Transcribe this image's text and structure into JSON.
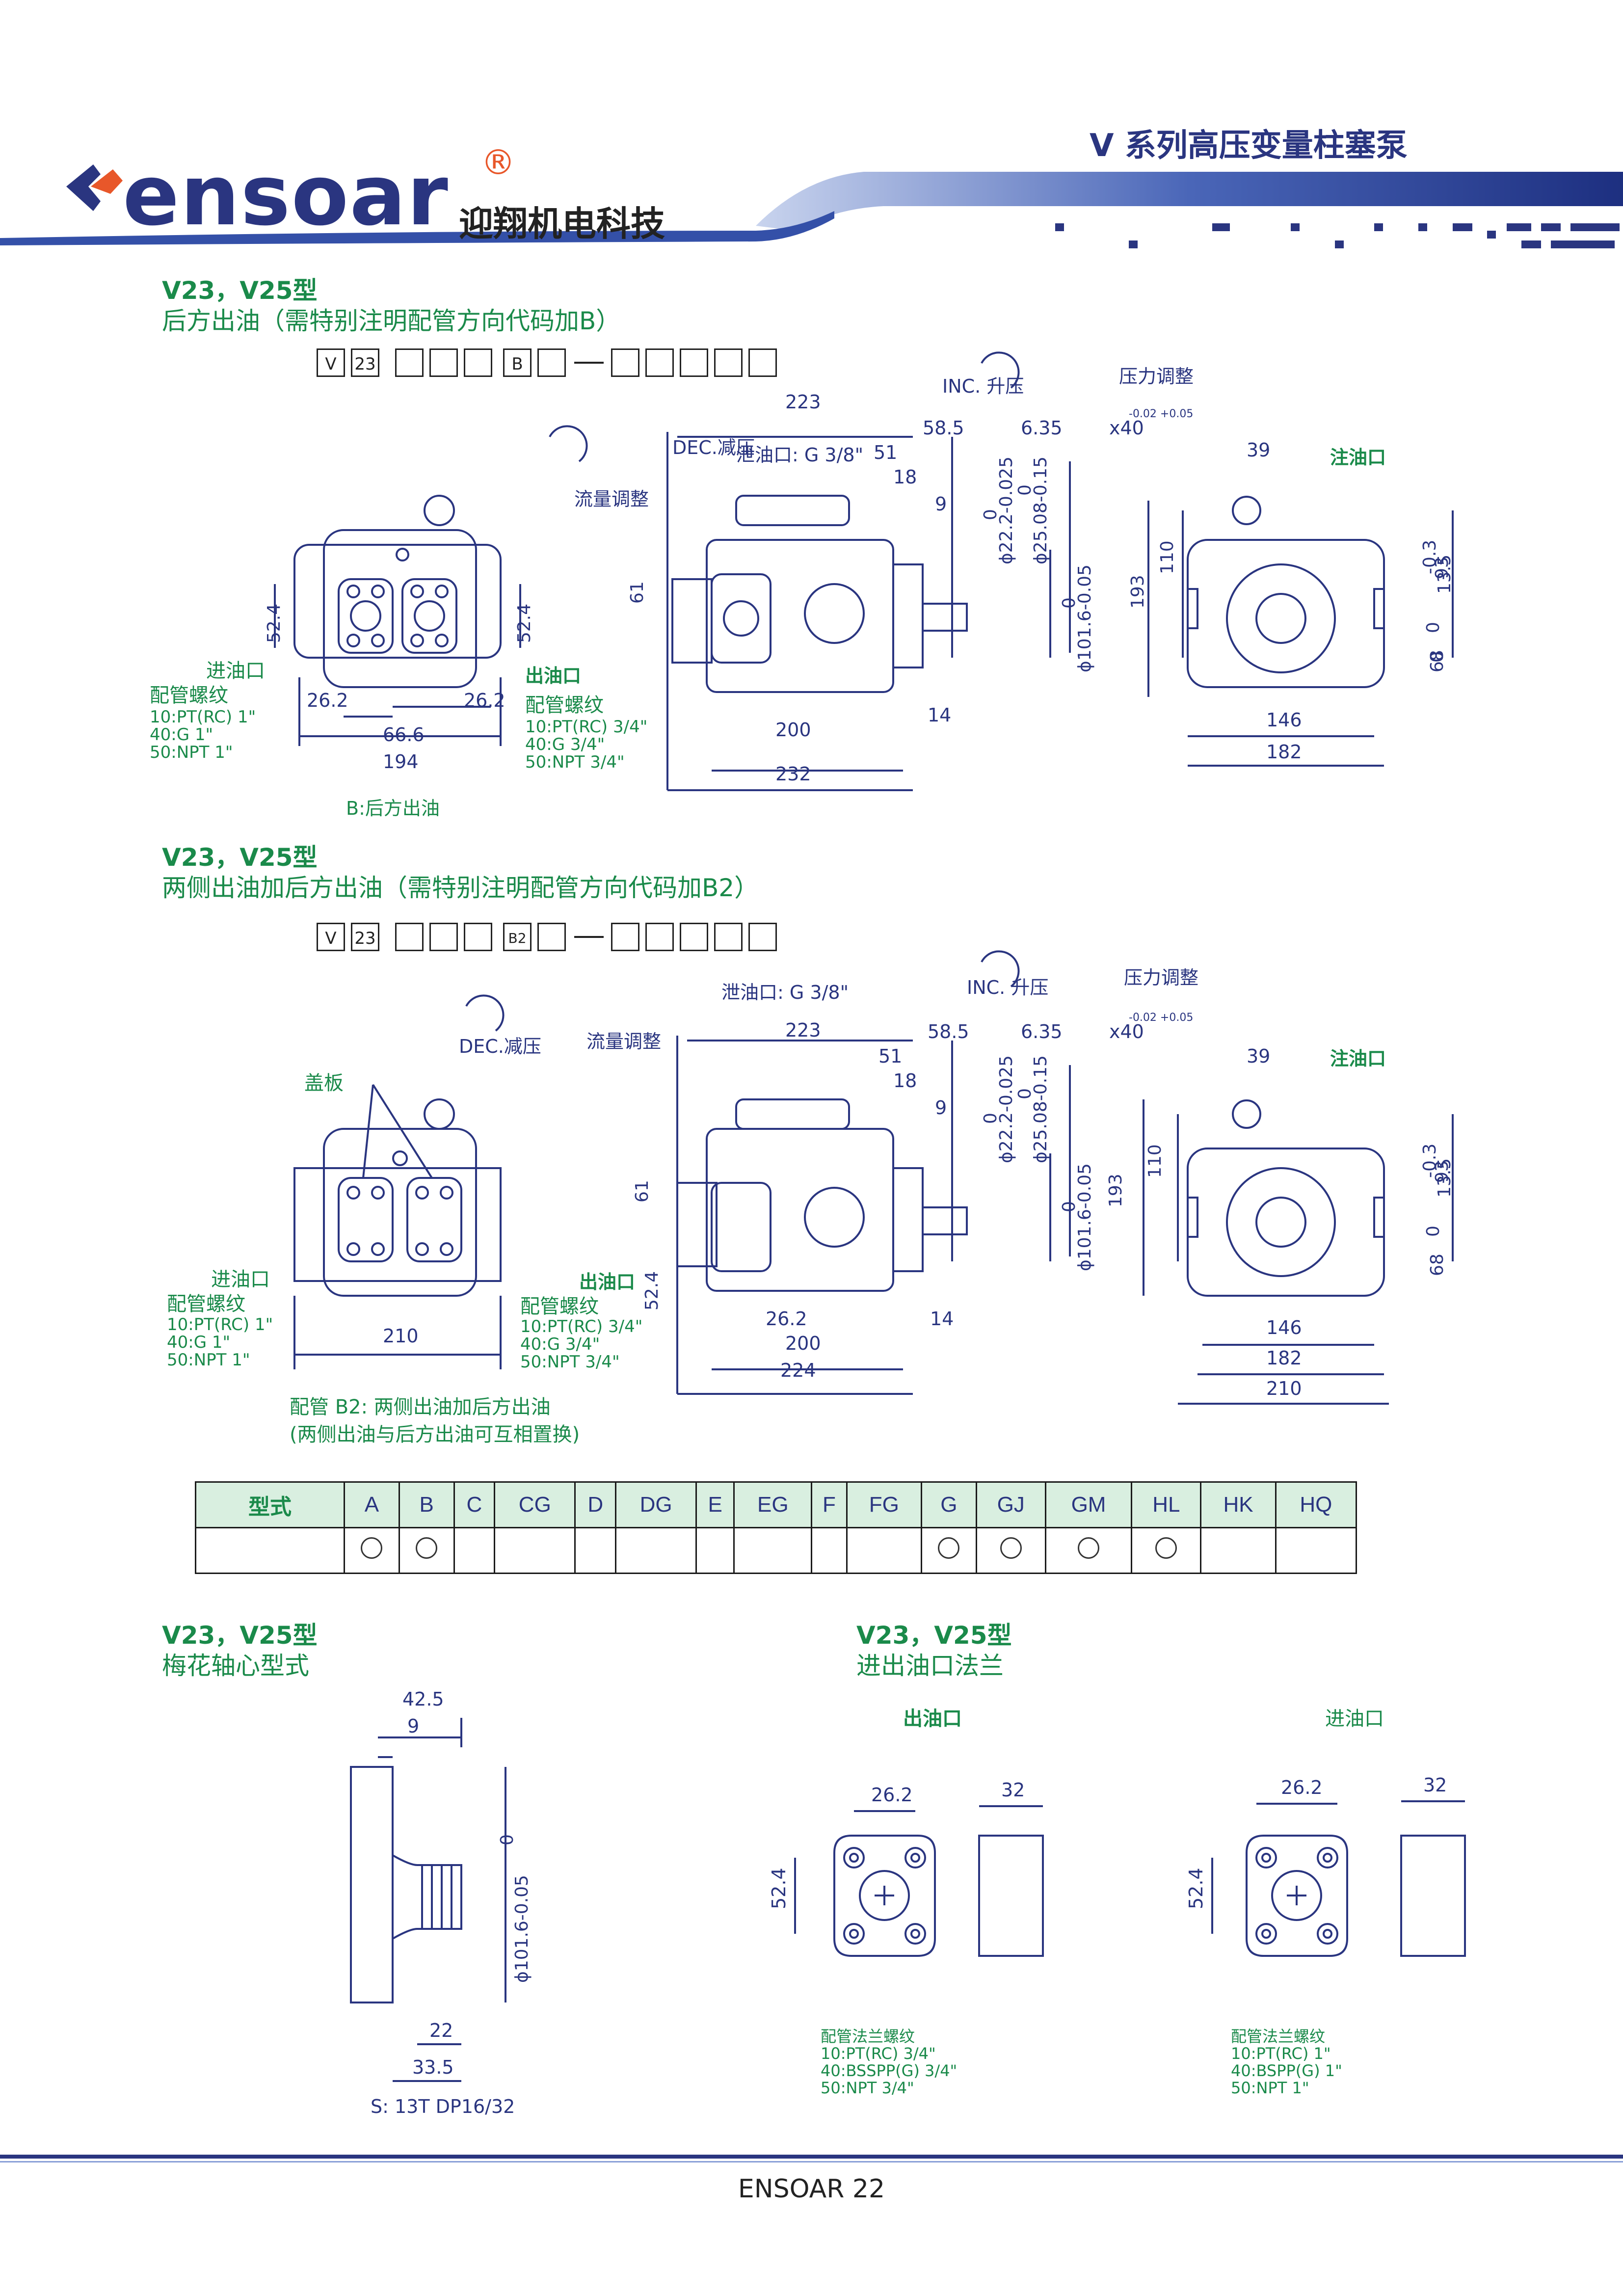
{
  "header": {
    "brand": "ensoar",
    "registered_mark": "®",
    "company_cn": "迎翔机电科技",
    "series_title": "V 系列高压变量柱塞泵"
  },
  "section1": {
    "title": "V23，V25型",
    "subtitle": "后方出油（需特别注明配管方向代码加B）",
    "code_boxes": [
      "V",
      "23",
      "",
      "",
      "",
      "B",
      "",
      "",
      "",
      "",
      "",
      ""
    ],
    "labels": {
      "dec": "DEC.减压",
      "inc": "INC. 升压",
      "flow_adjust": "流量调整",
      "drain": "泄油口: G 3/8\"",
      "pressure_adjust": "压力调整",
      "fill_port": "注油口",
      "inlet": "进油口",
      "outlet": "出油口",
      "pipe_thread": "配管螺纹",
      "pipe_thread2": "配管螺纹",
      "inlet_threads": [
        "10:PT(RC) 1\"",
        "40:G 1\"",
        "50:NPT 1\""
      ],
      "outlet_threads": [
        "10:PT(RC) 3/4\"",
        "40:G 3/4\"",
        "50:NPT 3/4\""
      ],
      "caption": "B:后方出油"
    },
    "dims": {
      "d52_4a": "52.4",
      "d52_4b": "52.4",
      "d26_2a": "26.2",
      "d26_2b": "26.2",
      "d66_6": "66.6",
      "d194": "194",
      "d223": "223",
      "d58_5": "58.5",
      "d51": "51",
      "d18": "18",
      "d9": "9",
      "d61": "61",
      "d200": "200",
      "d232": "232",
      "d14": "14",
      "key": "6.35",
      "key_tol": "-0.02 +0.05",
      "key_len": "x40",
      "phi22": "ϕ22.2-0.025",
      "phi25": "ϕ25.08-0.15",
      "phi101": "ϕ101.6-0.05",
      "zero": "0",
      "d39": "39",
      "d193": "193",
      "d110": "110",
      "d93": "93",
      "d13_5": "13.5",
      "d03": "-0.3",
      "d68": "68",
      "d146": "146",
      "d182": "182"
    }
  },
  "section2": {
    "title": "V23，V25型",
    "subtitle": "两侧出油加后方出油（需特别注明配管方向代码加B2）",
    "code_boxes": [
      "V",
      "23",
      "",
      "",
      "",
      "B2",
      "",
      "",
      "",
      "",
      "",
      ""
    ],
    "labels": {
      "dec": "DEC.减压",
      "inc": "INC. 升压",
      "flow_adjust": "流量调整",
      "drain": "泄油口: G 3/8\"",
      "pressure_adjust": "压力调整",
      "fill_port": "注油口",
      "cover": "盖板",
      "inlet": "进油口",
      "outlet": "出油口",
      "pipe_thread": "配管螺纹",
      "pipe_thread2": "配管螺纹",
      "inlet_threads": [
        "10:PT(RC) 1\"",
        "40:G 1\"",
        "50:NPT 1\""
      ],
      "outlet_threads": [
        "10:PT(RC) 3/4\"",
        "40:G 3/4\"",
        "50:NPT 3/4\""
      ],
      "caption1": "配管 B2: 两侧出油加后方出油",
      "caption2": "(两侧出油与后方出油可互相置换)"
    },
    "dims": {
      "d210a": "210",
      "d223": "223",
      "d58_5": "58.5",
      "d51": "51",
      "d18": "18",
      "d9": "9",
      "d61": "61",
      "d52_4": "52.4",
      "d26_2": "26.2",
      "d200": "200",
      "d224": "224",
      "d14": "14",
      "key": "6.35",
      "key_tol": "-0.02 +0.05",
      "key_len": "x40",
      "phi22": "ϕ22.2-0.025",
      "phi25": "ϕ25.08-0.15",
      "phi101": "ϕ101.6-0.05",
      "zero": "0",
      "d39": "39",
      "d193": "193",
      "d110": "110",
      "d93": "93",
      "d13_5": "13.5",
      "d03": "-0.3",
      "d68": "68",
      "d146": "146",
      "d182": "182",
      "d210b": "210"
    }
  },
  "model_table": {
    "type_label": "型式",
    "columns": [
      "A",
      "B",
      "C",
      "CG",
      "D",
      "DG",
      "E",
      "EG",
      "F",
      "FG",
      "G",
      "GJ",
      "GM",
      "HL",
      "HK",
      "HQ"
    ],
    "available": [
      true,
      true,
      false,
      false,
      false,
      false,
      false,
      false,
      false,
      false,
      true,
      true,
      true,
      true,
      false,
      false
    ],
    "mark": "○"
  },
  "section3": {
    "title": "V23，V25型",
    "subtitle": "梅花轴心型式",
    "dims": {
      "d42_5": "42.5",
      "d9": "9",
      "phi101": "ϕ101.6-0.05",
      "zero": "0",
      "d22": "22",
      "d33_5": "33.5"
    },
    "caption": "S: 13T DP16/32"
  },
  "section4": {
    "title": "V23，V25型",
    "subtitle": "进出油口法兰",
    "outlet": {
      "label": "出油口",
      "dims": {
        "d26_2": "26.2",
        "d32": "32",
        "d52_4": "52.4"
      },
      "thread_title": "配管法兰螺纹",
      "threads": [
        "10:PT(RC) 3/4\"",
        "40:BSSPP(G) 3/4\"",
        "50:NPT 3/4\""
      ]
    },
    "inlet": {
      "label": "进油口",
      "dims": {
        "d26_2": "26.2",
        "d32": "32",
        "d52_4": "52.4"
      },
      "thread_title": "配管法兰螺纹",
      "threads": [
        "10:PT(RC) 1\"",
        "40:BSPP(G) 1\"",
        "50:NPT 1\""
      ]
    }
  },
  "footer": {
    "text": "ENSOAR  22"
  },
  "colors": {
    "navy": "#2a3580",
    "green": "#1a8a4a",
    "brand_orange": "#e8572a",
    "table_head": "#d9efe0"
  }
}
